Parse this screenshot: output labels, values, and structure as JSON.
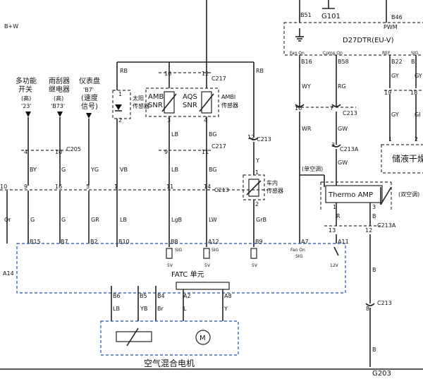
{
  "top": {
    "left_wire": "B+W",
    "b51": "B51",
    "g101": "G101",
    "b46": "B46",
    "pwm": "PWM",
    "ecm": "D27DTR(EU-V)",
    "fan_on": "Fan On",
    "comp_on": "Comp On",
    "ref": "REF",
    "sig": "SIG"
  },
  "sources": {
    "multi_switch": [
      "多功能",
      "开关",
      "(高)",
      "'23'"
    ],
    "wiper_relay": [
      "雨刮器",
      "继电器",
      "(高)",
      "'B73'"
    ],
    "cluster": [
      "仪表盘",
      "'B7'",
      "(速度",
      "信号)"
    ],
    "sun_sensor": [
      "太阳",
      "传感器"
    ],
    "ambi_snr": [
      "AMBI",
      "SNR"
    ],
    "aqs_snr": [
      "AQS",
      "SNR"
    ],
    "ambi_sensor": [
      "AMBI",
      "传感器"
    ],
    "incar_sensor": [
      "车内",
      "传感器"
    ],
    "receiver_dryer": "储液干燥",
    "single_ac": "(单空调)",
    "dual_ac": "(双空调)",
    "thermo_amp": "Thermo AMP"
  },
  "connectors": {
    "c205": "C205",
    "c217a": "C217",
    "c217b": "C217",
    "c213a": "C213",
    "c213b": "C213",
    "c213c": "C213",
    "c213d": "C213A",
    "c213e": "C213A",
    "c213f": "C213"
  },
  "wires": {
    "rb1": "RB",
    "rb2": "RB",
    "by": "BY",
    "g1": "G",
    "yg": "YG",
    "vb": "VB",
    "lb1": "LB",
    "bg1": "BG",
    "or": "Or",
    "g2": "G",
    "gr": "GR",
    "lb2": "LB",
    "lgb": "LgB",
    "lw": "LW",
    "grb": "GrB",
    "y": "Y",
    "wy": "WY",
    "rg": "RG",
    "gy1": "GY",
    "gy2": "GY",
    "wr": "WR",
    "gw1": "GW",
    "gw2": "GW",
    "r": "R",
    "b1": "B",
    "b2": "B"
  },
  "fatc": {
    "title": "FATC 单元",
    "a14": "A14",
    "pins": [
      "B15",
      "B7",
      "B2",
      "B10",
      "B8",
      "A12",
      "B9",
      "A7",
      "A11"
    ],
    "sig": "SIG",
    "fan_on": "Fan On",
    "sig2": "SIG",
    "v5": "5V",
    "v12": "12V",
    "motor_pins": [
      "B6",
      "B5",
      "B4",
      "A2",
      "A8"
    ],
    "motor_wires": [
      "LB",
      "YB",
      "Br",
      "L",
      "Y"
    ]
  },
  "motor": {
    "label": "空气混合电机",
    "m": "M"
  },
  "ground": "G203"
}
